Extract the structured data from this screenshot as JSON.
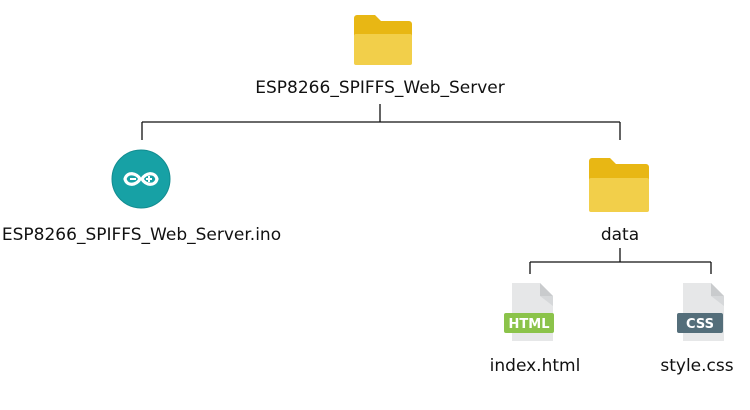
{
  "tree": {
    "root": {
      "label": "ESP8266_SPIFFS_Web_Server",
      "icon": "folder-icon"
    },
    "children": [
      {
        "label": "ESP8266_SPIFFS_Web_Server.ino",
        "icon": "arduino-icon"
      },
      {
        "label": "data",
        "icon": "folder-icon",
        "children": [
          {
            "label": "index.html",
            "icon": "html-file-icon",
            "badge": "HTML"
          },
          {
            "label": "style.css",
            "icon": "css-file-icon",
            "badge": "CSS"
          }
        ]
      }
    ]
  },
  "colors": {
    "folder_back": "#E8B714",
    "folder_front": "#F2CF4A",
    "arduino_teal": "#17A1A5",
    "file_page": "#E6E7E8",
    "file_fold": "#C9CBCD",
    "html_badge": "#8BC34A",
    "css_badge": "#546E7A",
    "connector": "#111111"
  }
}
